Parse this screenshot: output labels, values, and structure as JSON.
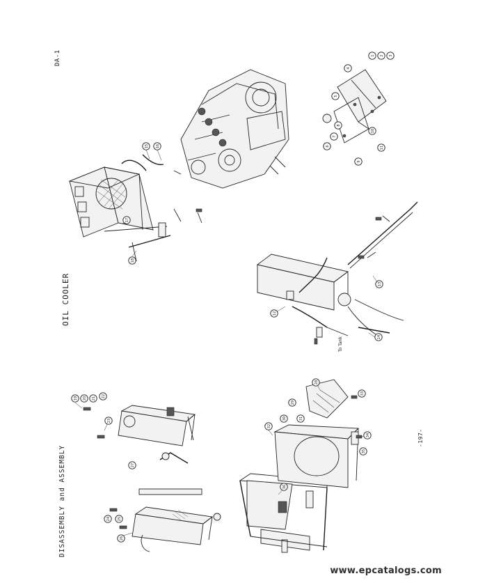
{
  "page_code": "DA-1",
  "section_title": "OIL COOLER",
  "header_title": "DISASSEMBLY and ASSEMBLY",
  "page_number": "-197-",
  "callout_to_tank": "To Tank",
  "watermark": "www.epcatalogs.com",
  "callouts": [
    "1",
    "2",
    "3",
    "4",
    "5",
    "6",
    "7",
    "8",
    "9",
    "10",
    "11",
    "12",
    "13",
    "14",
    "15",
    "16",
    "17",
    "18",
    "19",
    "20",
    "21",
    "22",
    "23",
    "24",
    "25",
    "26",
    "27",
    "28",
    "29",
    "30",
    "31",
    "32",
    "33",
    "34",
    "35",
    "36"
  ]
}
